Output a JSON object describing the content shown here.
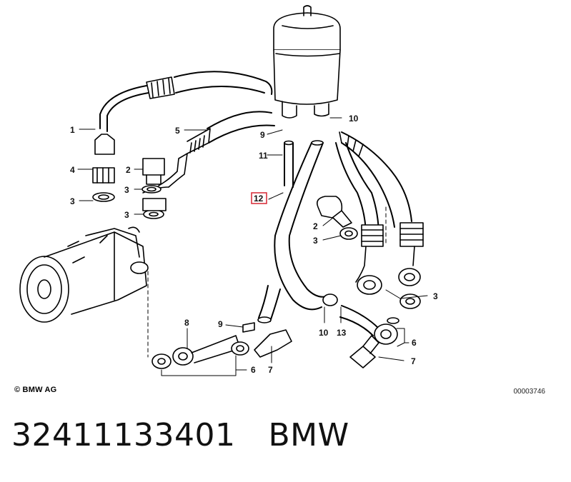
{
  "diagram": {
    "callouts": [
      {
        "id": "c1",
        "label": "1"
      },
      {
        "id": "c2a",
        "label": "2"
      },
      {
        "id": "c2b",
        "label": "2"
      },
      {
        "id": "c3a",
        "label": "3"
      },
      {
        "id": "c3b",
        "label": "3"
      },
      {
        "id": "c3c",
        "label": "3"
      },
      {
        "id": "c3d",
        "label": "3"
      },
      {
        "id": "c3e",
        "label": "3"
      },
      {
        "id": "c4",
        "label": "4"
      },
      {
        "id": "c5",
        "label": "5"
      },
      {
        "id": "c6a",
        "label": "6"
      },
      {
        "id": "c6b",
        "label": "6"
      },
      {
        "id": "c7a",
        "label": "7"
      },
      {
        "id": "c7b",
        "label": "7"
      },
      {
        "id": "c8",
        "label": "8"
      },
      {
        "id": "c9a",
        "label": "9"
      },
      {
        "id": "c9b",
        "label": "9"
      },
      {
        "id": "c10a",
        "label": "10"
      },
      {
        "id": "c10b",
        "label": "10"
      },
      {
        "id": "c11",
        "label": "11"
      },
      {
        "id": "c12",
        "label": "12"
      },
      {
        "id": "c13",
        "label": "13"
      }
    ],
    "highlight_color": "#d9333f"
  },
  "footer": {
    "copyright": "© BMW AG",
    "reference": "00003746",
    "part_number": "32411133401",
    "brand": "BMW"
  }
}
